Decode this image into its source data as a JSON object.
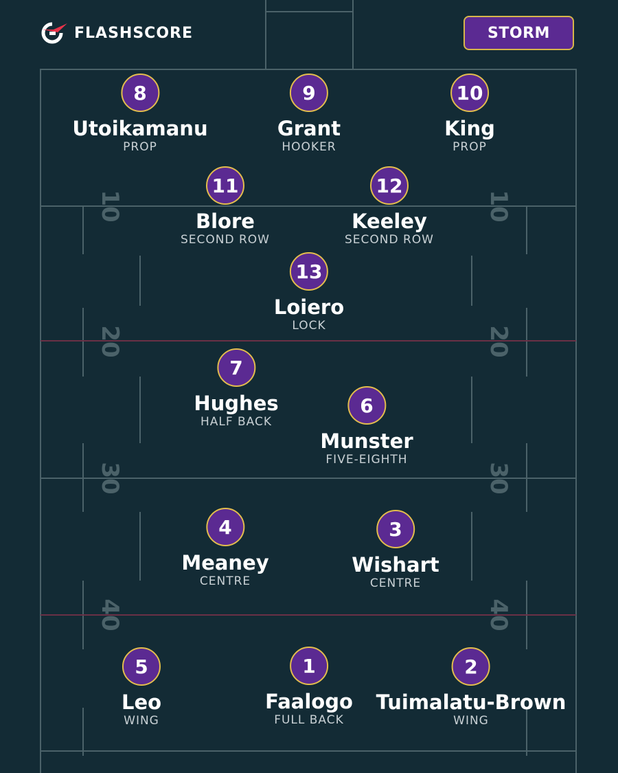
{
  "brand": {
    "name": "FLASHSCORE",
    "accent": "#e8334a",
    "logo_icon": "flashscore-logo-icon"
  },
  "team": {
    "name": "STORM",
    "color": "#5b2a92",
    "border": "#d8b64b"
  },
  "field": {
    "yard_markers": [
      "10",
      "20",
      "30",
      "40"
    ],
    "line_color": "#4b6269",
    "accent_line_color": "#6a3046",
    "background": "#132b35"
  },
  "players": [
    {
      "number": "8",
      "name": "Utoikamanu",
      "position": "PROP"
    },
    {
      "number": "9",
      "name": "Grant",
      "position": "HOOKER"
    },
    {
      "number": "10",
      "name": "King",
      "position": "PROP"
    },
    {
      "number": "11",
      "name": "Blore",
      "position": "SECOND ROW"
    },
    {
      "number": "12",
      "name": "Keeley",
      "position": "SECOND ROW"
    },
    {
      "number": "13",
      "name": "Loiero",
      "position": "LOCK"
    },
    {
      "number": "7",
      "name": "Hughes",
      "position": "HALF BACK"
    },
    {
      "number": "6",
      "name": "Munster",
      "position": "FIVE-EIGHTH"
    },
    {
      "number": "4",
      "name": "Meaney",
      "position": "CENTRE"
    },
    {
      "number": "3",
      "name": "Wishart",
      "position": "CENTRE"
    },
    {
      "number": "5",
      "name": "Leo",
      "position": "WING"
    },
    {
      "number": "1",
      "name": "Faalogo",
      "position": "FULL BACK"
    },
    {
      "number": "2",
      "name": "Tuimalatu-Brown",
      "position": "WING"
    }
  ]
}
